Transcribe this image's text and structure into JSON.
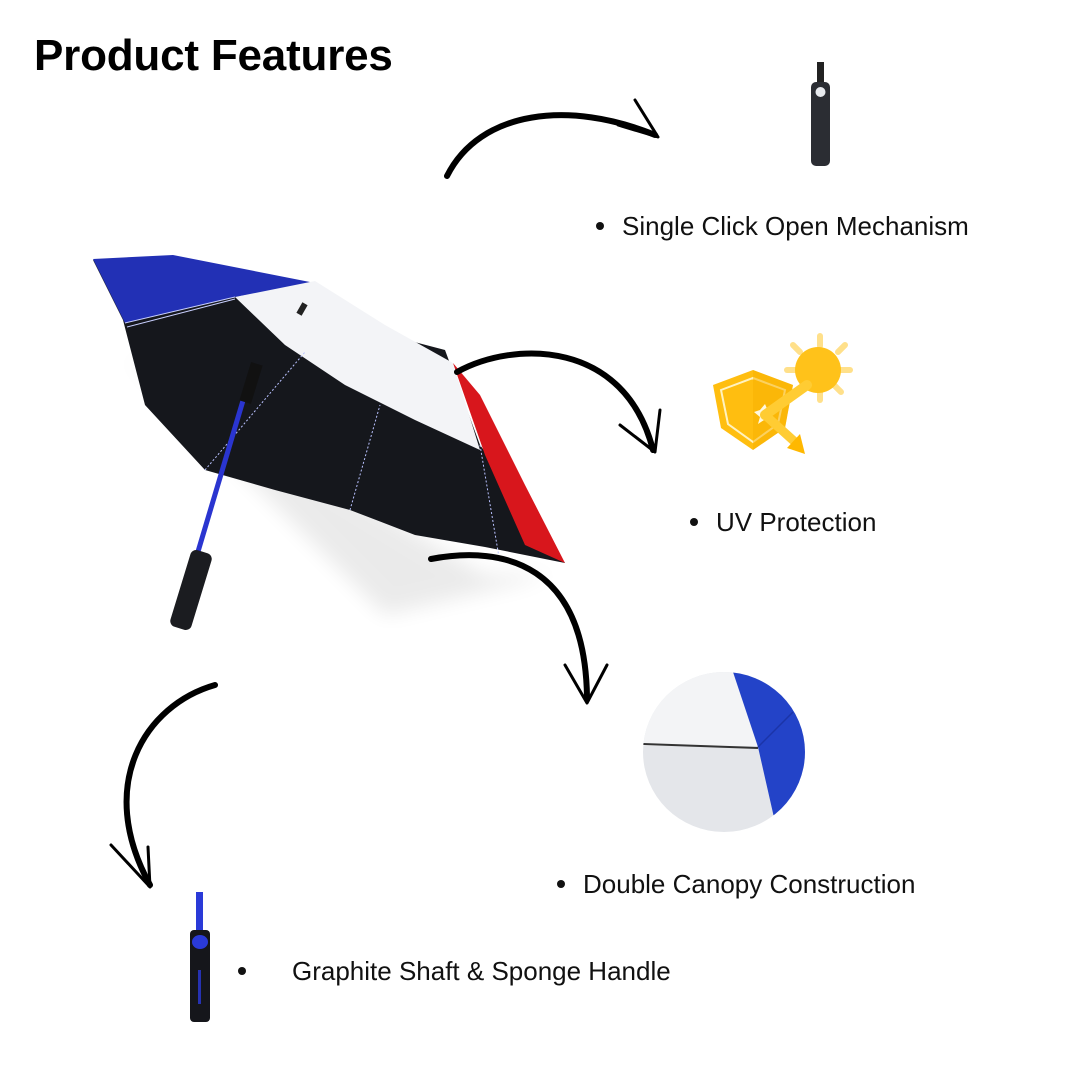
{
  "header": {
    "title": "Product Features"
  },
  "product": {
    "name": "umbrella",
    "canopy_colors": {
      "blue": "#1f2fb8",
      "white": "#f2f3f6",
      "red": "#d8151b",
      "black": "#111318"
    },
    "shaft_color": "#2a35d0"
  },
  "features": [
    {
      "label": "Single Click Open Mechanism",
      "icon": "handle-button-icon"
    },
    {
      "label": "UV Protection",
      "icon": "uv-shield-sun-icon"
    },
    {
      "label": "Double Canopy Construction",
      "icon": "canopy-closeup-icon"
    },
    {
      "label": "Graphite Shaft & Sponge Handle",
      "icon": "shaft-handle-icon"
    }
  ],
  "colors": {
    "text": "#111111",
    "arrow": "#000000",
    "uv_yellow": "#ffc21a",
    "uv_orange": "#ffaa00",
    "canopy_blue": "#2343c8",
    "canopy_grey": "#e4e6ea"
  }
}
